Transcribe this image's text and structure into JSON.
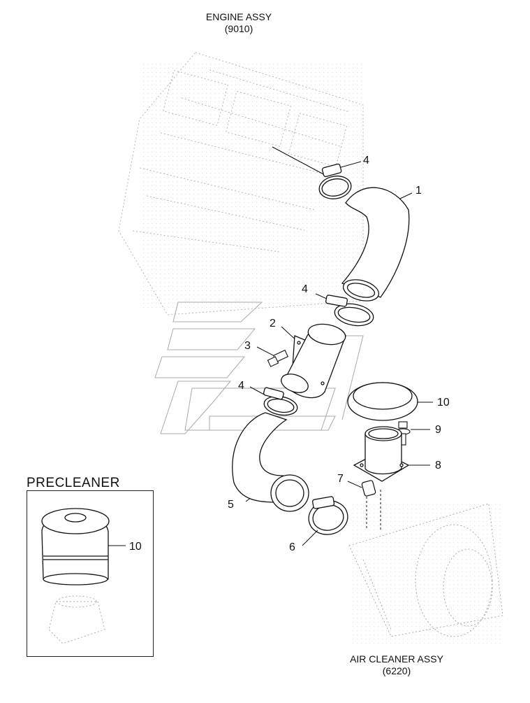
{
  "titles": {
    "engine": {
      "name": "ENGINE ASSY",
      "code": "(9010)"
    },
    "air_cleaner": {
      "name": "AIR CLEANER ASSY",
      "code": "(6220)"
    },
    "precleaner": "PRECLEANER"
  },
  "callouts": {
    "hose_upper": "1",
    "pipe": "2",
    "bolt": "3",
    "clamp_top": "4",
    "clamp_upper_mid": "4",
    "clamp_lower_mid": "4",
    "hose_lower": "5",
    "clamp_bottom": "6",
    "clip": "7",
    "adapter": "8",
    "bolt_adapter": "9",
    "cap": "10",
    "precleaner": "10"
  },
  "colors": {
    "line": "#111111",
    "ghost": "#9a9a9a"
  }
}
